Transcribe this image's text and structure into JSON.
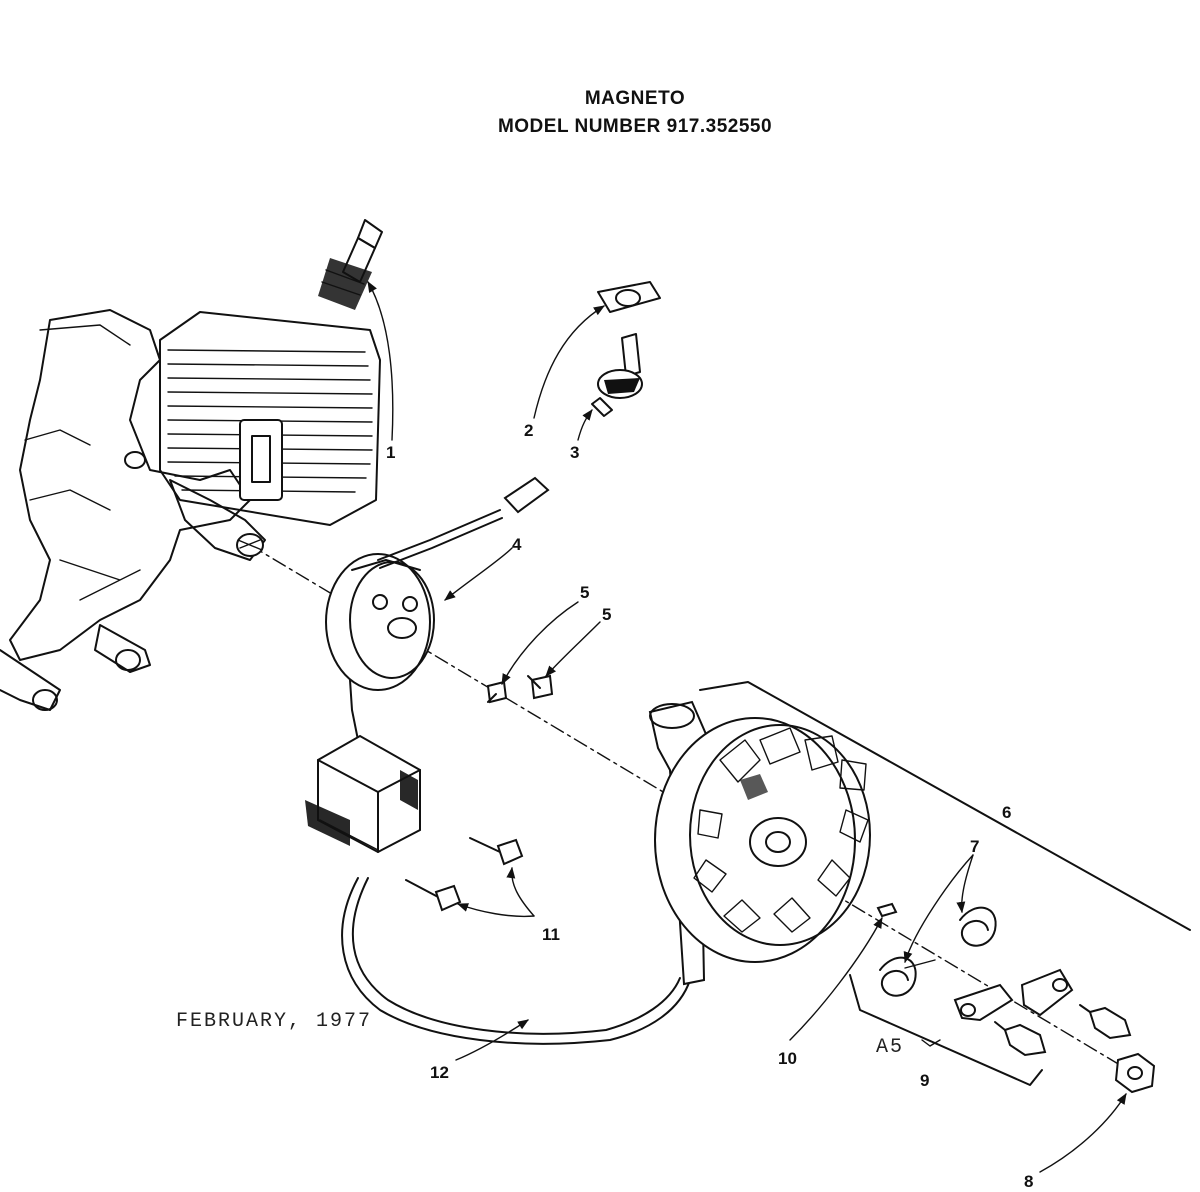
{
  "title": "MAGNETO",
  "subtitle": "MODEL NUMBER 917.352550",
  "date": "FEBRUARY, 1977",
  "page_code": "A5",
  "callouts": {
    "c1": "1",
    "c2": "2",
    "c3": "3",
    "c4": "4",
    "c5a": "5",
    "c5b": "5",
    "c6": "6",
    "c7": "7",
    "c8": "8",
    "c9": "9",
    "c10": "10",
    "c11": "11",
    "c12": "12"
  }
}
